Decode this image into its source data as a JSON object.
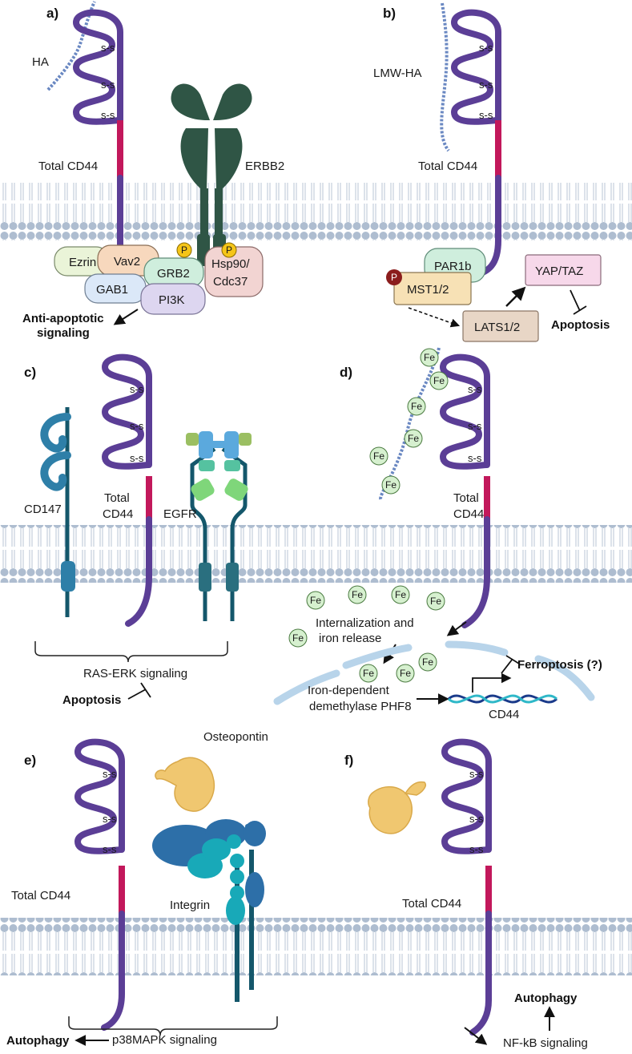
{
  "panels": [
    "a)",
    "b)",
    "c)",
    "d)",
    "e)",
    "f)"
  ],
  "ss_label": "s-s",
  "total_cd44": "Total CD44",
  "total": "Total",
  "cd44": "CD44",
  "panel_a": {
    "ligand": "HA",
    "receptor2": "ERBB2",
    "proteins": {
      "ezrin": "Ezrin",
      "vav2": "Vav2",
      "grb2": "GRB2",
      "gab1": "GAB1",
      "pi3k": "PI3K",
      "hsp1": "Hsp90/",
      "hsp2": "Cdc37"
    },
    "phospho": "P",
    "outcome1": "Anti-apoptotic",
    "outcome2": "signaling"
  },
  "panel_b": {
    "ligand": "LMW-HA",
    "proteins": {
      "par1b": "PAR1b",
      "mst": "MST1/2",
      "lats": "LATS1/2",
      "yap": "YAP/TAZ"
    },
    "phospho": "P",
    "outcome": "Apoptosis"
  },
  "panel_c": {
    "cd147": "CD147",
    "egfr": "EGFR",
    "signaling": "RAS-ERK signaling",
    "outcome": "Apoptosis"
  },
  "panel_d": {
    "fe": "Fe",
    "internal1": "Internalization and",
    "internal2": "iron release",
    "phf1": "Iron-dependent",
    "phf2": "demethylase PHF8",
    "gene": "CD44",
    "outcome": "Ferroptosis (?)"
  },
  "panel_e": {
    "osteopontin": "Osteopontin",
    "integrin": "Integrin",
    "signaling": "p38MAPK signaling",
    "outcome": "Autophagy"
  },
  "panel_f": {
    "signaling": "NF-kB signaling",
    "outcome": "Autophagy"
  },
  "colors": {
    "cd44": "#5b3e96",
    "cd44_stalk": "#c2185b",
    "membrane_head": "#a9b8cc",
    "erbb2": "#2f5545",
    "teal_receptor": "#14576b",
    "fe_fill": "#d6f0cf"
  }
}
